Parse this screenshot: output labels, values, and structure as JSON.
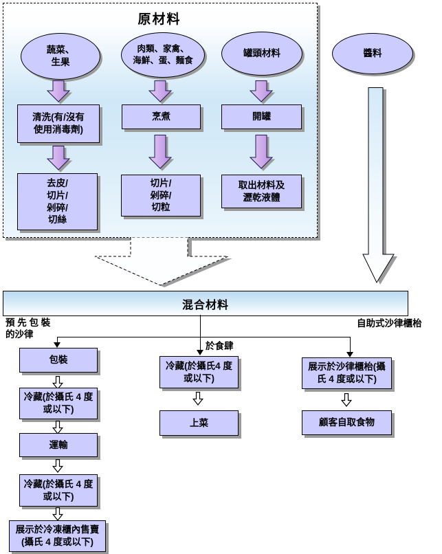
{
  "colors": {
    "node_fill": "#ccccff",
    "purple_arrow": "#c9a0e8",
    "region_blue": "#cfe7f7",
    "bar_blue": "#b9d9ef",
    "shadow_gray": "#9b9b9b"
  },
  "raw_section": {
    "title": "原材料",
    "inputs": [
      {
        "label": "蔬菜、\n生果"
      },
      {
        "label": "肉類、家禽、\n海鮮、蛋、麵食"
      },
      {
        "label": "罐頭材料"
      }
    ],
    "row1": [
      {
        "label": "清洗(有/沒有\n使用消毒劑)"
      },
      {
        "label": "烹煮"
      },
      {
        "label": "開罐"
      }
    ],
    "row2": [
      {
        "label": "去皮/\n切片/\n剁碎/\n切絲"
      },
      {
        "label": "切片/\n剁碎/\n切粒"
      },
      {
        "label": "取出材料及\n瀝乾液體"
      }
    ]
  },
  "sauce": {
    "label": "醬料"
  },
  "mix": {
    "label": "混合材料"
  },
  "branch_left": {
    "label": "預 先 包 裝\n的沙律",
    "steps": [
      "包裝",
      "冷藏(於攝氏 4 度\n或以下)",
      "運輸",
      "冷藏(於攝氏 4 度\n或以下)",
      "展示於冷凍櫃內售賣\n(攝氏 4 度或以下)"
    ]
  },
  "branch_middle": {
    "label": "於食肆",
    "steps": [
      "冷藏(於攝氏4 度\n或以下)",
      "上菜"
    ]
  },
  "branch_right": {
    "label": "自助式沙律櫃枱",
    "steps": [
      "展示於沙律櫃枱(攝\n氏 4 度或以下)",
      "顧客自取食物"
    ]
  }
}
